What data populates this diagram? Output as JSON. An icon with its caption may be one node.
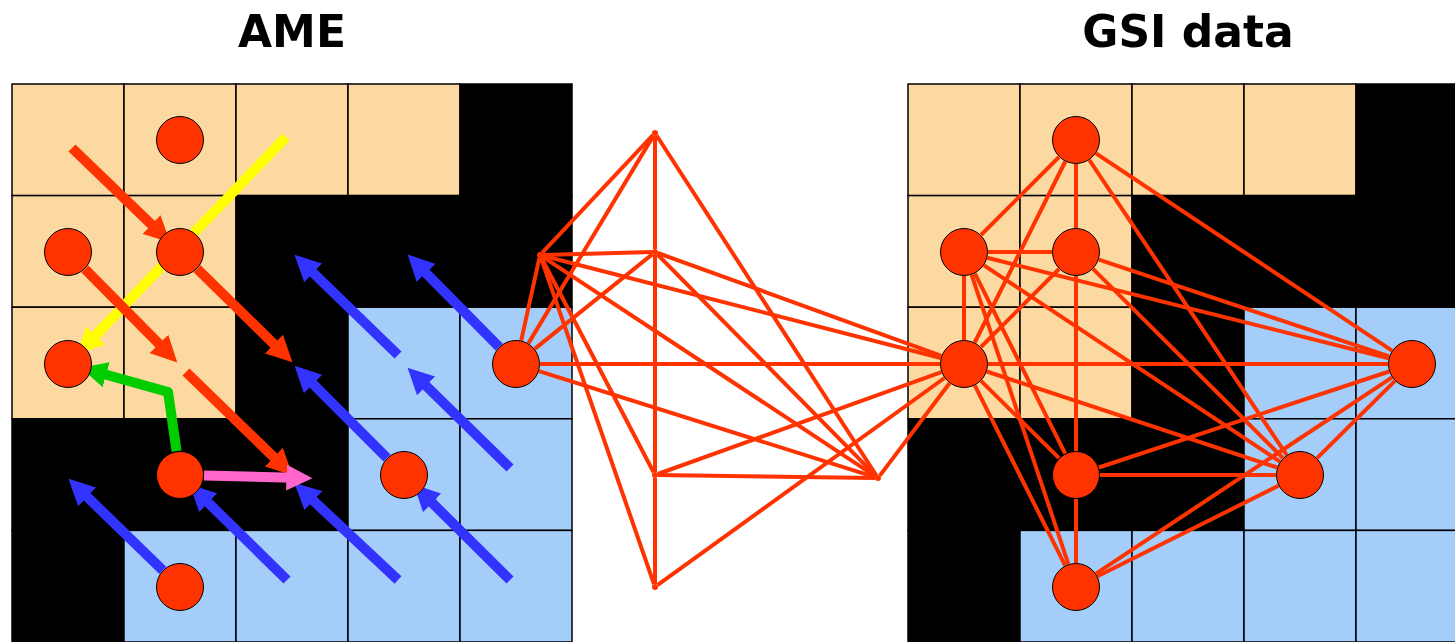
{
  "diagram": {
    "nodes": [
      {
        "text": [],
        "shape": "circle"
      },
      {
        "text": [],
        "shape": "circle"
      },
      {
        "text": [],
        "shape": "circle"
      },
      {
        "text": [],
        "shape": "circle"
      },
      {
        "text": [],
        "shape": "circle"
      },
      {
        "text": [],
        "shape": "circle"
      },
      {
        "text": [],
        "shape": "circle"
      },
      {
        "text": [],
        "shape": "circle"
      },
      {
        "text": [],
        "shape": "dot"
      },
      {
        "text": [],
        "shape": "dot"
      },
      {
        "text": [],
        "shape": "dot"
      },
      {
        "text": [],
        "shape": "dot"
      },
      {
        "text": [],
        "shape": "dot"
      },
      {
        "text": [],
        "shape": "dot"
      },
      {
        "text": [],
        "shape": "circle"
      },
      {
        "text": [],
        "shape": "circle"
      },
      {
        "text": [],
        "shape": "circle"
      },
      {
        "text": [],
        "shape": "circle"
      },
      {
        "text": [],
        "shape": "circle"
      },
      {
        "text": [],
        "shape": "circle"
      },
      {
        "text": [],
        "shape": "circle"
      },
      {
        "text": [],
        "shape": "circle"
      }
    ],
    "edges": [
      {
        "from": null,
        "to": 2,
        "arrow": "to",
        "style": "thick"
      },
      {
        "from": null,
        "to": 3,
        "arrow": "to",
        "style": "thick",
        "color": "#ffff00"
      },
      {
        "from": 1,
        "to": null,
        "arrow": "to",
        "style": "thick"
      },
      {
        "from": 2,
        "to": null,
        "arrow": "to",
        "style": "thick"
      },
      {
        "from": 5,
        "to": 3,
        "arrow": "to",
        "style": "thick",
        "color": "#00cc00"
      },
      {
        "from": 5,
        "to": null,
        "arrow": "to",
        "style": "thick",
        "color": "#ff66cc"
      },
      {
        "from": 4,
        "to": null,
        "arrow": "to",
        "style": "thick",
        "color": "#3333ff"
      },
      {
        "from": 6,
        "to": null,
        "arrow": "to",
        "style": "thick",
        "color": "#3333ff"
      },
      {
        "from": 7,
        "to": null,
        "arrow": "to",
        "style": "thick",
        "color": "#3333ff"
      },
      {
        "from": null,
        "to": 6,
        "arrow": "to",
        "style": "thick",
        "color": "#3333ff"
      },
      {
        "from": null,
        "to": 5,
        "arrow": "to",
        "style": "thick",
        "color": "#3333ff"
      },
      {
        "from": 8,
        "to": 9,
        "arrow": "none"
      },
      {
        "from": 8,
        "to": 10,
        "arrow": "none"
      },
      {
        "from": 10,
        "to": 11,
        "arrow": "none"
      },
      {
        "from": 11,
        "to": 13,
        "arrow": "none"
      },
      {
        "from": 8,
        "to": 12,
        "arrow": "none"
      },
      {
        "from": 8,
        "to": 4,
        "arrow": "none"
      },
      {
        "from": 9,
        "to": 10,
        "arrow": "none"
      },
      {
        "from": 9,
        "to": 12,
        "arrow": "none"
      },
      {
        "from": 9,
        "to": 11,
        "arrow": "none"
      },
      {
        "from": 9,
        "to": 17,
        "arrow": "none"
      },
      {
        "from": 9,
        "to": 4,
        "arrow": "none"
      },
      {
        "from": 10,
        "to": 4,
        "arrow": "none"
      },
      {
        "from": 10,
        "to": 12,
        "arrow": "none"
      },
      {
        "from": 10,
        "to": 17,
        "arrow": "none"
      },
      {
        "from": 4,
        "to": 17,
        "arrow": "none"
      },
      {
        "from": 4,
        "to": 12,
        "arrow": "none"
      },
      {
        "from": 11,
        "to": 12,
        "arrow": "none"
      },
      {
        "from": 11,
        "to": 17,
        "arrow": "none"
      },
      {
        "from": 12,
        "to": 17,
        "arrow": "none"
      },
      {
        "from": 13,
        "to": 9,
        "arrow": "none"
      },
      {
        "from": 13,
        "to": 17,
        "arrow": "none"
      },
      {
        "from": 14,
        "to": 15,
        "arrow": "none"
      },
      {
        "from": 14,
        "to": 16,
        "arrow": "none"
      },
      {
        "from": 14,
        "to": 17,
        "arrow": "none"
      },
      {
        "from": 14,
        "to": 20,
        "arrow": "none"
      },
      {
        "from": 14,
        "to": 18,
        "arrow": "none"
      },
      {
        "from": 15,
        "to": 16,
        "arrow": "none"
      },
      {
        "from": 15,
        "to": 17,
        "arrow": "none"
      },
      {
        "from": 15,
        "to": 18,
        "arrow": "none"
      },
      {
        "from": 15,
        "to": 20,
        "arrow": "none"
      },
      {
        "from": 15,
        "to": 19,
        "arrow": "none"
      },
      {
        "from": 15,
        "to": 21,
        "arrow": "none"
      },
      {
        "from": 16,
        "to": 19,
        "arrow": "none"
      },
      {
        "from": 16,
        "to": 17,
        "arrow": "none"
      },
      {
        "from": 16,
        "to": 18,
        "arrow": "none"
      },
      {
        "from": 16,
        "to": 20,
        "arrow": "none"
      },
      {
        "from": 17,
        "to": 18,
        "arrow": "none"
      },
      {
        "from": 17,
        "to": 20,
        "arrow": "none"
      },
      {
        "from": 17,
        "to": 19,
        "arrow": "none"
      },
      {
        "from": 17,
        "to": 21,
        "arrow": "none"
      },
      {
        "from": 18,
        "to": 19,
        "arrow": "none"
      },
      {
        "from": 18,
        "to": 20,
        "arrow": "none"
      },
      {
        "from": 18,
        "to": 21,
        "arrow": "none"
      },
      {
        "from": 19,
        "to": 20,
        "arrow": "none"
      },
      {
        "from": 19,
        "to": 21,
        "arrow": "none"
      },
      {
        "from": 20,
        "to": 21,
        "arrow": "none"
      }
    ],
    "labels": [
      "AME",
      "GSI data"
    ]
  }
}
